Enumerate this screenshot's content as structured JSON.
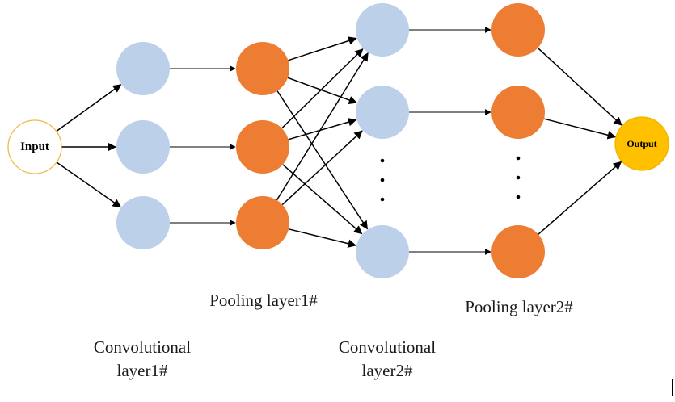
{
  "colors": {
    "input_fill": "#ffffff",
    "input_stroke": "#f2b84b",
    "conv_fill": "#bcd0ea",
    "pool_fill": "#ee7d34",
    "output_fill": "#ffc000",
    "output_stroke": "#f0b400",
    "edge": "#000000"
  },
  "nodes": {
    "input": {
      "label": "Input"
    },
    "output": {
      "label": "Output"
    }
  },
  "labels": {
    "pooling1": "Pooling layer1#",
    "pooling2": "Pooling layer2#",
    "conv1_line1": "Convolutional",
    "conv1_line2": "layer1#",
    "conv2_line1": "Convolutional",
    "conv2_line2": "layer2#"
  },
  "ellipsis": "· · ·"
}
